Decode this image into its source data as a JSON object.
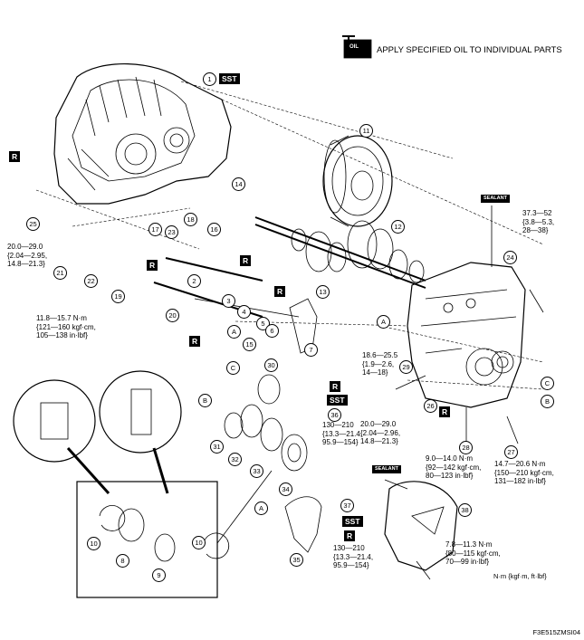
{
  "header": {
    "instruction": "APPLY SPECIFIED OIL TO INDIVIDUAL PARTS",
    "oil_icon_text": "OIL"
  },
  "badges": {
    "sst": "SST",
    "r": "R",
    "sealant": "SEALANT"
  },
  "callouts": [
    "1",
    "2",
    "3",
    "4",
    "5",
    "6",
    "7",
    "8",
    "9",
    "10",
    "11",
    "12",
    "13",
    "14",
    "15",
    "16",
    "17",
    "18",
    "19",
    "20",
    "21",
    "22",
    "23",
    "24",
    "25",
    "26",
    "27",
    "28",
    "29",
    "30",
    "31",
    "32",
    "33",
    "34",
    "35",
    "36",
    "37",
    "38"
  ],
  "letters": [
    "A",
    "B",
    "C"
  ],
  "torques": {
    "t25": "20.0—29.0\n{2.04—2.95,\n14.8—21.3}",
    "t24": "37.3—52\n{3.8—5.3,\n28—38}",
    "t19": "11.8—15.7 N·m\n{121—160 kgf·cm,\n105—138 in·lbf}",
    "t29": "18.6—25.5\n{1.9—2.6,\n14—18}",
    "t36": "130—210\n{13.3—21.4,\n95.9—154}",
    "t26": "20.0—29.0\n{2.04—2.96,\n14.8—21.3}",
    "t28": "9.0—14.0 N·m\n{92—142 kgf·cm,\n80—123 in·lbf}",
    "t27": "14.7—20.6 N·m\n{150—210 kgf·cm,\n131—182 in·lbf}",
    "t37": "130—210\n{13.3—21.4,\n95.9—154}",
    "t38": "7.8—11.3 N·m\n{80—115 kgf·cm,\n70—99 in·lbf}"
  },
  "units": "N·m {kgf·m, ft·lbf}",
  "figure_code": "F3E515ZMSI04"
}
